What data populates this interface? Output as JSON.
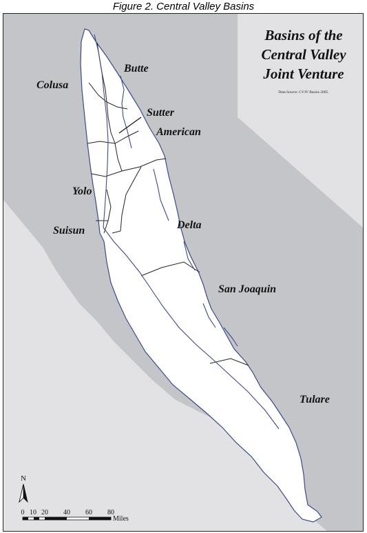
{
  "caption": "Figure 2. Central Valley Basins",
  "map": {
    "title_lines": [
      "Basins of the",
      "Central Valley",
      "Joint Venture"
    ],
    "source": "Data Source: CVJV Basins 2005.",
    "basins": [
      {
        "id": "butte",
        "label": "Butte"
      },
      {
        "id": "colusa",
        "label": "Colusa"
      },
      {
        "id": "sutter",
        "label": "Sutter"
      },
      {
        "id": "american",
        "label": "American"
      },
      {
        "id": "yolo",
        "label": "Yolo"
      },
      {
        "id": "suisun",
        "label": "Suisun"
      },
      {
        "id": "delta",
        "label": "Delta"
      },
      {
        "id": "san_joaquin",
        "label": "San Joaquin"
      },
      {
        "id": "tulare",
        "label": "Tulare"
      }
    ],
    "north_arrow": "N",
    "scale": {
      "ticks": [
        "0",
        "10",
        "20",
        "40",
        "60",
        "80"
      ],
      "unit": "Miles"
    },
    "colors": {
      "land": "#c4c5c9",
      "background": "#e2e2e4",
      "valley": "#ffffff",
      "river": "#3a4a8a",
      "boundary": "#222222"
    }
  }
}
